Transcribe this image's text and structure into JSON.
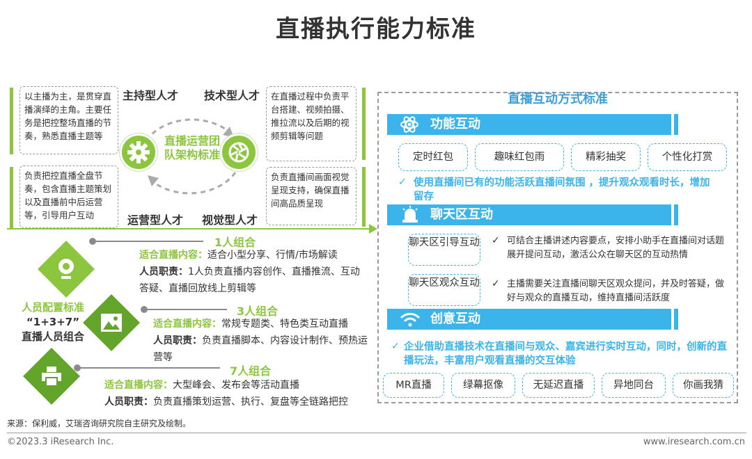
{
  "title": "直播执行能力标准",
  "team": {
    "center_label": "直播运营团队架构标准",
    "roles": {
      "host": "主持型人才",
      "tech": "技术型人才",
      "ops": "运营型人才",
      "visual": "视觉型人才"
    },
    "descriptions": {
      "host": "以主播为主，是贯穿直播演绎的主角。主要任务是把控整场直播的节奏，熟悉直播主题等",
      "tech": "在直播过程中负责平台搭建、视频拍摄、推拉流以及后期的视频剪辑等问题",
      "ops": "负责把控直播全盘节奏，包含直播主题策划以及直播前中后运营等，引导用户互动",
      "visual": "负责直播间画面视觉呈现支持，确保直播间高品质呈现"
    },
    "icons": [
      "gear-icon",
      "camera-shutter-icon"
    ]
  },
  "staffing": {
    "standard_label_1": "人员配置标准",
    "standard_label_2": "“1+3+7”",
    "standard_label_3": "直播人员组合",
    "scene_key": "适合直播内容：",
    "duty_key": "人员职责：",
    "combos": [
      {
        "title": "1人组合",
        "scene": "适合小型分享、行情/市场解读",
        "duty": "1人负责直播内容创作、直播推流、互动答疑、直播回放线上剪辑等",
        "icon": "webcam-icon"
      },
      {
        "title": "3人组合",
        "scene": "常规专题类、特色类互动直播",
        "duty": "负责直播脚本、内容设计制作、预热运营等",
        "icon": "image-icon"
      },
      {
        "title": "7人组合",
        "scene": "大型峰会、发布会等活动直播",
        "duty": "负责直播策划运营、执行、复盘等全链路把控",
        "icon": "printer-icon"
      }
    ]
  },
  "interaction": {
    "title": "直播互动方式标准",
    "sections": [
      {
        "name": "功能互动",
        "icon": "atom-icon",
        "pills": [
          "定时红包",
          "趣味红包雨",
          "精彩抽奖",
          "个性化打赏"
        ],
        "note": "使用直播间已有的功能活跃直播间氛围 ，提升观众观看时长，增加留存"
      },
      {
        "name": "聊天区互动",
        "icon": "alarm-icon",
        "items": [
          {
            "pill": "聊天区引导互动",
            "desc": "可结合主播讲述内容要点，安排小助手在直播间对话题展开提问互动，激活公众在聊天区的互动热情"
          },
          {
            "pill": "聊天区观众互动",
            "desc": "主播需要关注直播间聊天区观众提问，并及时答疑，做好与观众的直播互动，维持直播间活跃度"
          }
        ]
      },
      {
        "name": "创意互动",
        "icon": "wifi-icon",
        "note": "企业借助直播技术在直播间与观众、嘉宾进行实时互动，同时，创新的直播玩法，丰富用户观看直播的交互体验",
        "pills": [
          "MR直播",
          "绿幕抠像",
          "无延迟直播",
          "异地同台",
          "你画我猜"
        ]
      }
    ]
  },
  "source": "来源：保利威，艾瑞咨询研究院自主研究及绘制。",
  "copyright": "©2023.3 iResearch Inc.",
  "website": "www.iresearch.com.cn",
  "colors": {
    "green": "#8cc63f",
    "blue": "#3ab4ea",
    "title_blue": "#3f9fd8"
  }
}
